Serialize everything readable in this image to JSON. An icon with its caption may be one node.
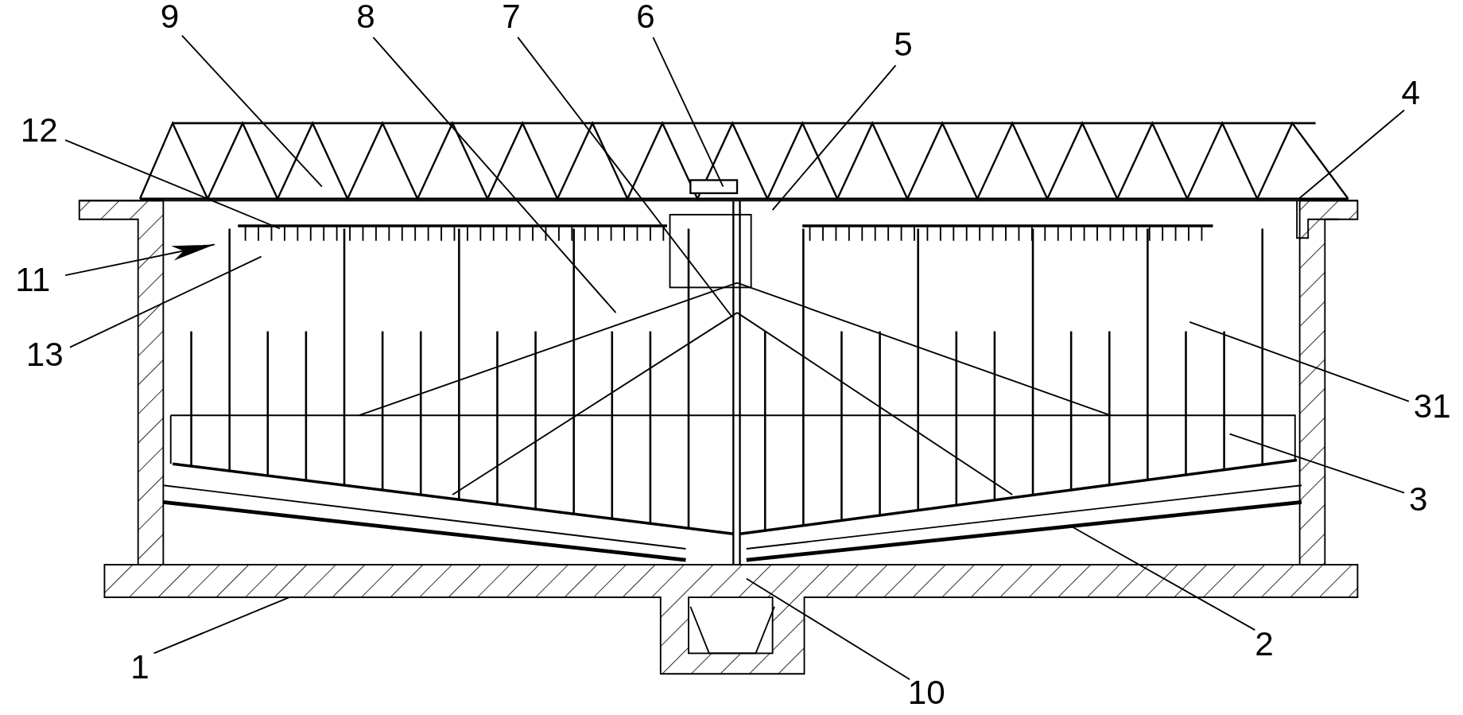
{
  "diagram": {
    "nodes": [
      {
        "text": [
          "9"
        ]
      },
      {
        "text": [
          "8"
        ]
      },
      {
        "text": [
          "7"
        ]
      },
      {
        "text": [
          "6"
        ]
      },
      {
        "text": [
          "5"
        ]
      },
      {
        "text": [
          "4"
        ]
      },
      {
        "text": [
          "12"
        ]
      },
      {
        "text": [
          "11"
        ]
      },
      {
        "text": [
          "13"
        ]
      },
      {
        "text": [
          "31"
        ]
      },
      {
        "text": [
          "3"
        ]
      },
      {
        "text": [
          "2"
        ]
      },
      {
        "text": [
          "1"
        ]
      },
      {
        "text": [
          "10"
        ]
      }
    ],
    "edges": [
      {
        "from": 0,
        "to": null,
        "arrow": "none"
      },
      {
        "from": 1,
        "to": null,
        "arrow": "none"
      },
      {
        "from": 2,
        "to": null,
        "arrow": "none"
      },
      {
        "from": 3,
        "to": null,
        "arrow": "none"
      },
      {
        "from": 4,
        "to": null,
        "arrow": "none"
      },
      {
        "from": 5,
        "to": null,
        "arrow": "none"
      },
      {
        "from": 6,
        "to": null,
        "arrow": "none"
      },
      {
        "from": 7,
        "to": null,
        "arrow": "to"
      },
      {
        "from": 8,
        "to": null,
        "arrow": "none"
      },
      {
        "from": 9,
        "to": null,
        "arrow": "none"
      },
      {
        "from": 10,
        "to": null,
        "arrow": "none"
      },
      {
        "from": 11,
        "to": null,
        "arrow": "none"
      },
      {
        "from": 12,
        "to": null,
        "arrow": "none"
      },
      {
        "from": 13,
        "to": null,
        "arrow": "none"
      }
    ]
  }
}
